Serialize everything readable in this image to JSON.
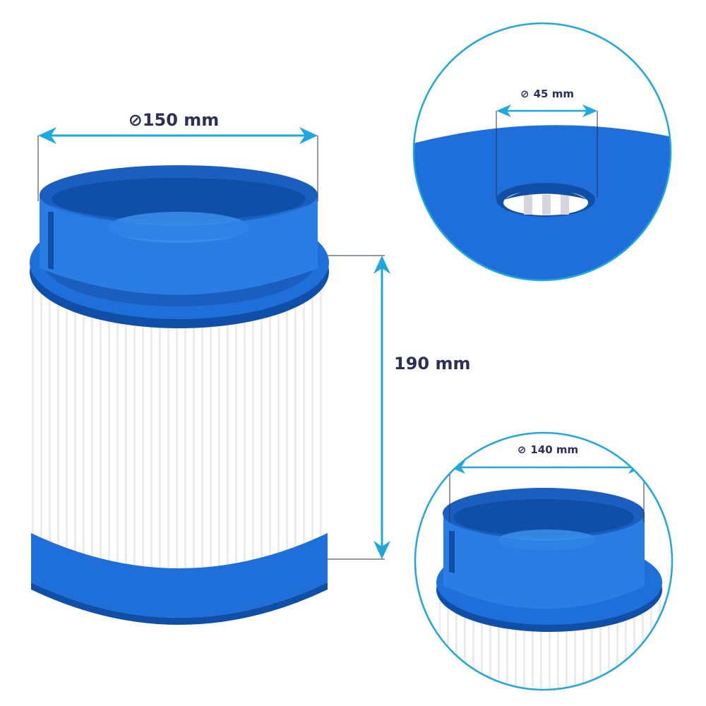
{
  "dimensions": {
    "outer_diameter": {
      "symbol": "⊘",
      "value": "150 mm"
    },
    "height": {
      "label": "190 mm"
    },
    "inner_hole": {
      "symbol": "⊘",
      "value": "45 mm"
    },
    "bottom_diameter": {
      "symbol": "⊘",
      "value": "140 mm"
    }
  },
  "colors": {
    "accent": "#1ea7e0",
    "blue_main": "#1e6fd9",
    "blue_dark": "#0f4fa8",
    "blue_inner": "#3b8eea",
    "pleat_light": "#ffffff",
    "pleat_shade": "#eeeaf0",
    "guide_line": "#2b2f5a"
  }
}
